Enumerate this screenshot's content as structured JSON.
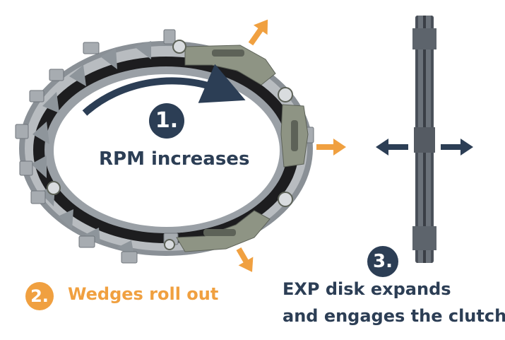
{
  "colors": {
    "navy": "#2c3e55",
    "orange": "#f0a040",
    "metal_light": "#b8bcc0",
    "metal_dark": "#6f757b",
    "wedge_black": "#1d1d1f",
    "shoe_green": "#8e9484"
  },
  "steps": [
    {
      "number": "1.",
      "label": "RPM increases"
    },
    {
      "number": "2.",
      "label": "Wedges roll out"
    },
    {
      "number": "3.",
      "label_line1": "EXP disk expands",
      "label_line2": "and engages the clutch"
    }
  ]
}
